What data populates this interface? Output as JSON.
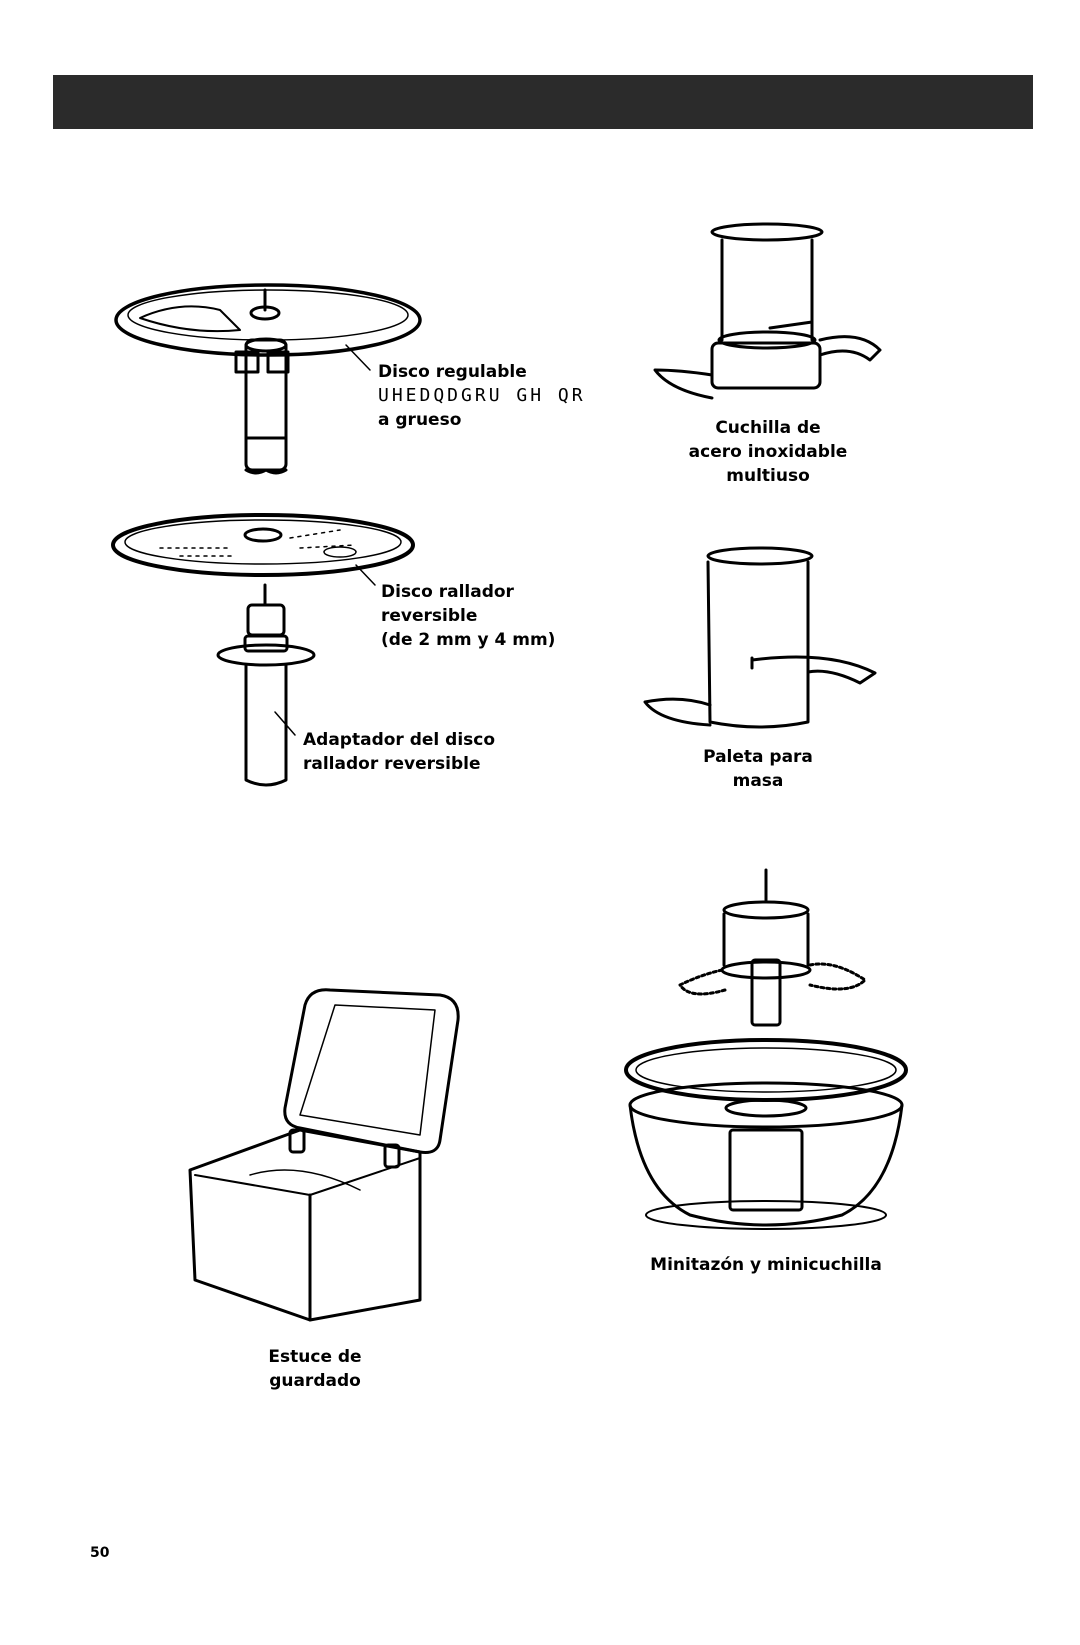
{
  "header": {
    "bar_color": "#2b2b2b"
  },
  "parts": {
    "adjustable_disc": {
      "line1": "Disco regulable",
      "line2": "UHEDQDGRU GH  QR",
      "line3": "a grueso"
    },
    "multipurpose_blade": {
      "line1": "Cuchilla de",
      "line2": "acero inoxidable",
      "line3": "multiuso"
    },
    "reversible_shredding_disc": {
      "line1": "Disco rallador",
      "line2": "reversible",
      "line3": "(de 2 mm y 4 mm)"
    },
    "dough_blade": {
      "line1": "Paleta para",
      "line2": "masa"
    },
    "shredding_disc_adapter": {
      "line1": "Adaptador del disco",
      "line2": "rallador reversible"
    },
    "mini_bowl": {
      "line1": "Minitazón y minicuchilla"
    },
    "storage_case": {
      "line1": "Estuce de",
      "line2": "guardado"
    }
  },
  "footer": {
    "page_number": "50"
  }
}
